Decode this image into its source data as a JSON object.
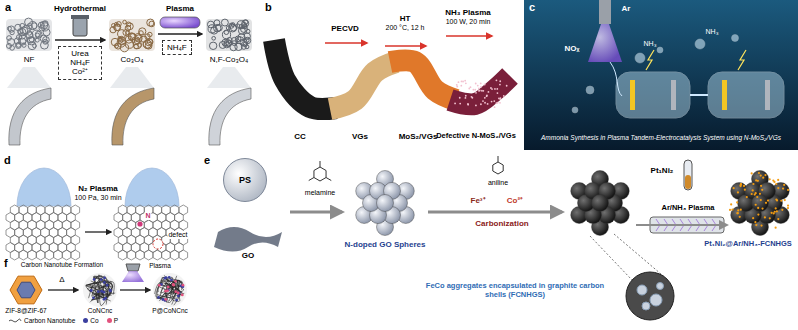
{
  "diagram": {
    "nodes": [
      {
        "text": [
          "Urea NH₄F Co²⁺"
        ]
      },
      {
        "text": [
          "NH₄F"
        ]
      },
      {
        "text": [
          "PS"
        ]
      }
    ],
    "labels": [
      "a",
      "Hydrothermal",
      "Plasma",
      "NF",
      "Co₃O₄",
      "N,F-Co₃O₄",
      "b",
      "PECVD",
      "HT",
      "200 °C, 12 h",
      "NH₃ Plasma",
      "100 W, 20 min",
      "CC",
      "VGs",
      "MoS₂/VGs",
      "Defective N-MoS₂/VGs",
      "c",
      "Ar",
      "NOₓ",
      "NH₃",
      "NH₃",
      "Ammonia Synthesis in Plasma Tandem-Electrocatalysis System using N-MoS₂/VGs",
      "d",
      "N₂ Plasma",
      "100 Pa, 30 min",
      "N",
      "defect",
      "e",
      "GO",
      "melamine",
      "N-doped GO Spheres",
      "aniline",
      "Fe³⁺",
      "Co²⁺",
      "Carbonization",
      "Pt₁Ni₂",
      "Ar/NH₃ Plasma",
      "Pt₁Ni₂@Ar/NH₃-FCNHGS",
      "FeCo aggregates encapsulated in graphite carbon shells (FCNHGS)",
      "f",
      "Carbon Nanotube Formation",
      "Δ",
      "Plasma",
      "ZIF-8@ZIF-67",
      "CoNCnc",
      "P@CoNCnc"
    ],
    "legend": [
      {
        "text": "Carbon Nanotube"
      },
      {
        "text": "Co",
        "color": "#3b3f9f"
      },
      {
        "text": "P",
        "color": "#e2527e"
      }
    ]
  }
}
